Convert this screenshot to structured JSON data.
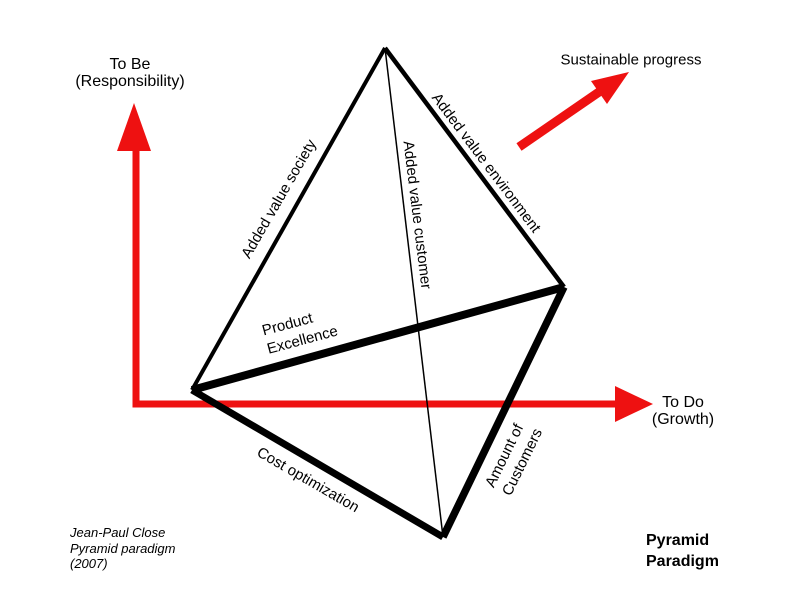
{
  "colors": {
    "accent_red": "#ee1111",
    "line_black": "#000000",
    "background": "#ffffff"
  },
  "axes": {
    "y_axis": {
      "line1": "To Be",
      "line2": "(Responsibility)"
    },
    "x_axis": {
      "line1": "To Do",
      "line2": "(Growth)"
    },
    "diagonal": {
      "label": "Sustainable progress"
    }
  },
  "pyramid_edges": {
    "society": {
      "label": "Added value society"
    },
    "customer": {
      "label": "Added value customer"
    },
    "environment": {
      "label": "Added value environment"
    },
    "product_excellence": {
      "line1": "Product",
      "line2": "Excellence"
    },
    "cost_optimization": {
      "label": "Cost optimization"
    },
    "amount_of_customers": {
      "line1": "Amount of",
      "line2": "Customers"
    }
  },
  "credit": {
    "line1": "Jean-Paul Close",
    "line2": "Pyramid paradigm",
    "line3": "(2007)"
  },
  "title": {
    "line1": "Pyramid",
    "line2": "Paradigm"
  }
}
